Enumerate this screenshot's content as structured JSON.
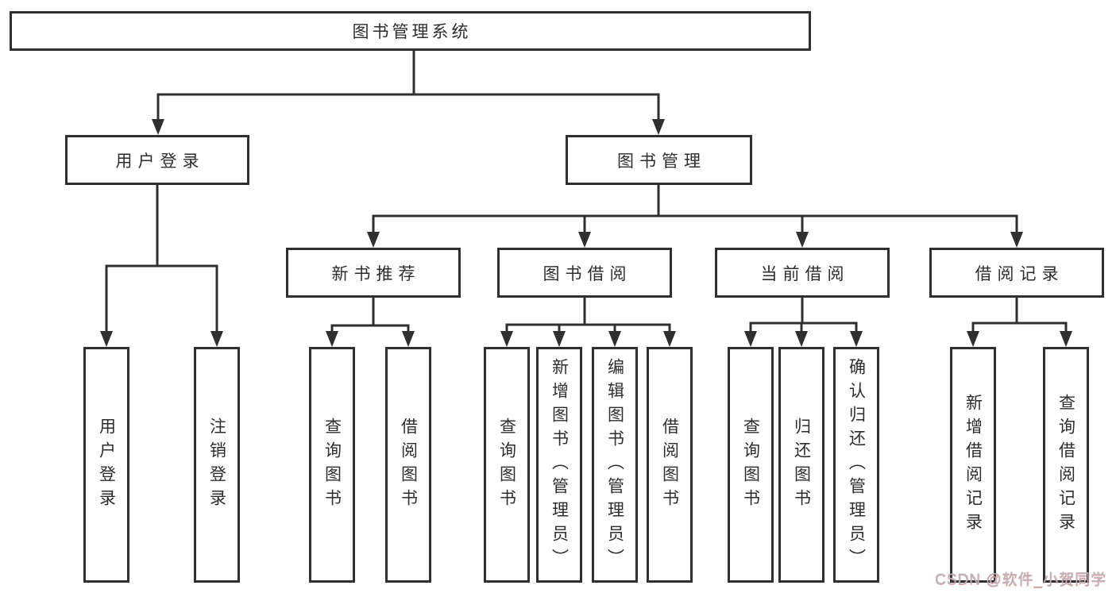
{
  "diagram": {
    "title": "图书管理系统",
    "branches": [
      {
        "label": "用户登录",
        "children": [
          {
            "label": "用户登录"
          },
          {
            "label": "注销登录"
          }
        ]
      },
      {
        "label": "图书管理",
        "children": [
          {
            "label": "新书推荐",
            "children": [
              {
                "label": "查询图书"
              },
              {
                "label": "借阅图书"
              }
            ]
          },
          {
            "label": "图书借阅",
            "children": [
              {
                "label": "查询图书"
              },
              {
                "label": "新增图书（管理员）"
              },
              {
                "label": "编辑图书（管理员）"
              },
              {
                "label": "借阅图书"
              }
            ]
          },
          {
            "label": "当前借阅",
            "children": [
              {
                "label": "查询图书"
              },
              {
                "label": "归还图书"
              },
              {
                "label": "确认归还（管理员）"
              }
            ]
          },
          {
            "label": "借阅记录",
            "children": [
              {
                "label": "新增借阅记录"
              },
              {
                "label": "查询借阅记录"
              }
            ]
          }
        ]
      }
    ]
  },
  "watermark": {
    "text": "CSDN @软件_小贺同学"
  },
  "colors": {
    "line": "#2f2f2f",
    "box_border": "#2f2f2f",
    "text": "#2d2d2d",
    "background": "#ffffff",
    "watermark": "#b7b7b7",
    "watermark_accent": "#d65c5c"
  }
}
